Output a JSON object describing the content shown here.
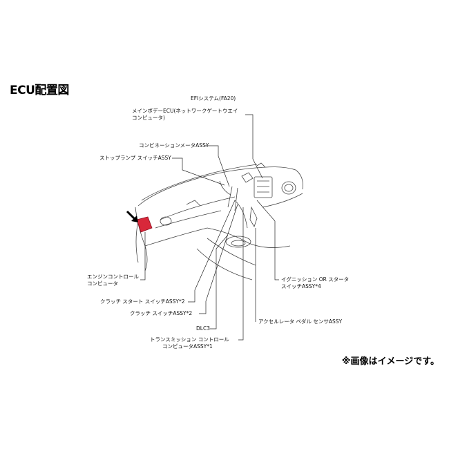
{
  "title": "ECU配置図",
  "system_label": "EFIシステム(FA20)",
  "labels": {
    "main_body_ecu_1": "メインボデーECU(ネットワークゲートウエイ",
    "main_body_ecu_2": "コンピュータ)",
    "combination_meter": "コンビネーションメータASSY",
    "stop_lamp_switch": "ストップランプ スイッチASSY",
    "engine_control_1": "エンジンコントロール",
    "engine_control_2": "コンピュータ",
    "ignition_1": "イグニッション OR スタータ",
    "ignition_2": "スイッチASSY*4",
    "clutch_start": "クラッチ スタート スイッチASSY*2",
    "clutch_switch": "クラッチ スイッチASSY*2",
    "dlc3": "DLC3",
    "accelerator": "アクセルレータ ペダル センサASSY",
    "transmission_1": "トランスミッション コントロール",
    "transmission_2": "コンピュータASSY*1"
  },
  "note": "※画像はイメージです。",
  "colors": {
    "highlight": "#d8283a",
    "line": "#222222"
  }
}
